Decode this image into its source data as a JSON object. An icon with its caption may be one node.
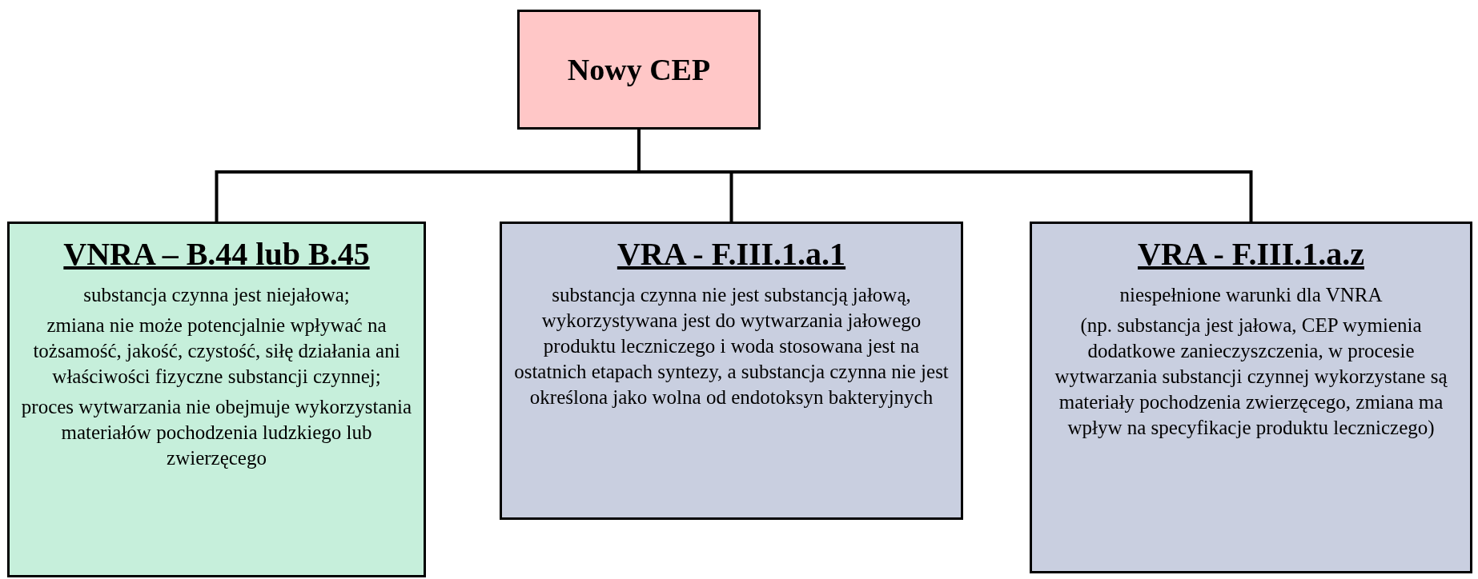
{
  "diagram": {
    "nodes": [
      {
        "text": [
          "Nowy CEP"
        ]
      },
      {
        "text": [
          "VNRA – B.44 lub B.45",
          "substancja czynna jest niejałowa;",
          "zmiana nie może potencjalnie wpływać na tożsamość, jakość, czystość, siłę działania ani właściwości fizyczne substancji czynnej;",
          "proces wytwarzania nie obejmuje wykorzystania materiałów pochodzenia ludzkiego lub zwierzęcego"
        ]
      },
      {
        "text": [
          "VRA - F.III.1.a.1",
          "substancja czynna nie jest substancją jałową, wykorzystywana jest do wytwarzania jałowego produktu leczniczego i woda stosowana jest na ostatnich etapach syntezy, a substancja czynna nie jest określona jako wolna od endotoksyn bakteryjnych"
        ]
      },
      {
        "text": [
          "VRA - F.III.1.a.z",
          "niespełnione warunki dla VNRA",
          "(np. substancja jest jałowa, CEP wymienia dodatkowe zanieczyszczenia, w procesie wytwarzania substancji czynnej wykorzystane są materiały pochodzenia zwierzęcego, zmiana ma wpływ na specyfikacje produktu leczniczego)"
        ]
      }
    ],
    "edges": [
      {
        "from": 0,
        "to": 1,
        "arrow": "none"
      },
      {
        "from": 0,
        "to": 2,
        "arrow": "none"
      },
      {
        "from": 0,
        "to": 3,
        "arrow": "none"
      }
    ]
  }
}
